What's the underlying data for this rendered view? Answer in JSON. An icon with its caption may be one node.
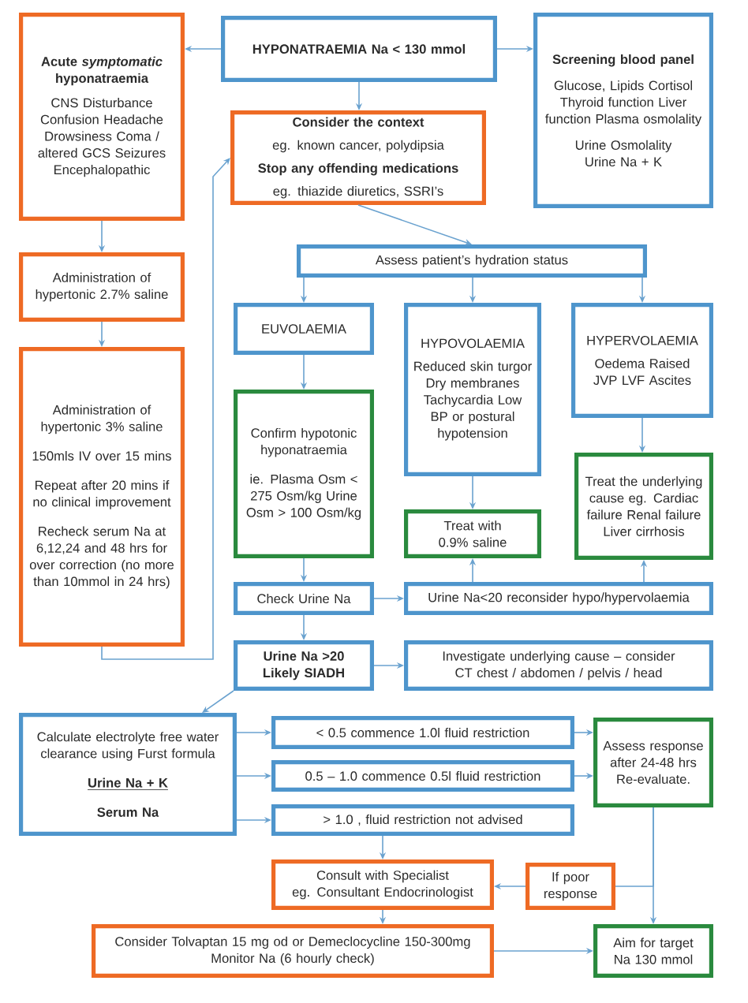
{
  "diagram": {
    "nodes": [
      {
        "text": [
          "Acute *symptomatic* hyponatraemia",
          "CNS Disturbance Confusion Headache Drowsiness Coma / altered GCS Seizures Encephalopathic"
        ]
      },
      {
        "text": [
          "HYPONATRAEMIA Na < 130 mmol"
        ]
      },
      {
        "text": [
          "Screening blood panel",
          "Glucose, Lipids Cortisol Thyroid function Liver function Plasma osmolality",
          "Urine Osmolality Urine Na + K"
        ]
      },
      {
        "text": [
          "Consider the context",
          "eg. known cancer, polydipsia",
          "Stop any offending medications",
          "eg. thiazide diuretics, SSRI’s"
        ]
      },
      {
        "text": [
          "Administration of hypertonic 2.7% saline"
        ]
      },
      {
        "text": [
          "Administration of hypertonic 3% saline",
          "150mls IV over 15 mins",
          "Repeat after 20 mins if no clinical improvement",
          "Recheck serum Na at 6,12,24 and 48 hrs for over correction (no more than 10mmol in 24 hrs)"
        ]
      },
      {
        "text": [
          "Assess patient’s hydration status"
        ]
      },
      {
        "text": [
          "EUVOLAEMIA"
        ]
      },
      {
        "text": [
          "HYPOVOLAEMIA",
          "Reduced skin turgor Dry membranes Tachycardia Low BP or postural hypotension"
        ]
      },
      {
        "text": [
          "HYPERVOLAEMIA",
          "Oedema Raised JVP LVF Ascites"
        ]
      },
      {
        "text": [
          "Confirm hypotonic hyponatraemia",
          "ie. Plasma Osm < 275 Osm/kg Urine Osm > 100 Osm/kg"
        ]
      },
      {
        "text": [
          "Treat with 0.9% saline"
        ]
      },
      {
        "text": [
          "Treat the underlying cause eg. Cardiac failure Renal failure Liver cirrhosis"
        ]
      },
      {
        "text": [
          "Check Urine Na"
        ]
      },
      {
        "text": [
          "Urine Na<20 reconsider hypo/hypervolaemia"
        ]
      },
      {
        "text": [
          "Urine Na >20 Likely SIADH"
        ]
      },
      {
        "text": [
          "Investigate underlying cause – consider CT chest / abdomen / pelvis / head"
        ]
      },
      {
        "text": [
          "Calculate electrolyte free water clearance using Furst formula",
          "Urine Na + K",
          "Serum Na"
        ]
      },
      {
        "text": [
          "< 0.5 commence 1.0l fluid restriction"
        ]
      },
      {
        "text": [
          "0.5 – 1.0 commence 0.5l fluid restriction"
        ]
      },
      {
        "text": [
          "> 1.0 , fluid restriction not advised"
        ]
      },
      {
        "text": [
          "Assess response after 24-48 hrs Re-evaluate."
        ]
      },
      {
        "text": [
          "Consult with Specialist",
          "eg. Consultant Endocrinologist"
        ]
      },
      {
        "text": [
          "If poor response"
        ]
      },
      {
        "text": [
          "Consider Tolvaptan 15 mg od or Demeclocycline 150-300mg",
          "Monitor Na (6 hourly check)"
        ]
      },
      {
        "text": [
          "Aim for target Na 130 mmol"
        ]
      }
    ],
    "edges": [
      {
        "from": 1,
        "to": 0,
        "arrow": "to"
      },
      {
        "from": 1,
        "to": 2,
        "arrow": "to"
      },
      {
        "from": 1,
        "to": 3,
        "arrow": "to"
      },
      {
        "from": 0,
        "to": 4,
        "arrow": "to"
      },
      {
        "from": 4,
        "to": 5,
        "arrow": "to"
      },
      {
        "from": 5,
        "to": 3,
        "arrow": "to"
      },
      {
        "from": 3,
        "to": 6,
        "arrow": "to"
      },
      {
        "from": 6,
        "to": 7,
        "arrow": "to"
      },
      {
        "from": 6,
        "to": 8,
        "arrow": "to"
      },
      {
        "from": 6,
        "to": 9,
        "arrow": "to"
      },
      {
        "from": 7,
        "to": 10,
        "arrow": "to"
      },
      {
        "from": 8,
        "to": 11,
        "arrow": "to"
      },
      {
        "from": 9,
        "to": 12,
        "arrow": "to"
      },
      {
        "from": 10,
        "to": 13,
        "arrow": "to"
      },
      {
        "from": 13,
        "to": 14,
        "arrow": "to"
      },
      {
        "from": 14,
        "to": 11,
        "arrow": "to"
      },
      {
        "from": 14,
        "to": 12,
        "arrow": "to"
      },
      {
        "from": 13,
        "to": 15,
        "arrow": "to"
      },
      {
        "from": 15,
        "to": 16,
        "arrow": "to"
      },
      {
        "from": 15,
        "to": 17,
        "arrow": "to"
      },
      {
        "from": 17,
        "to": 18,
        "arrow": "to"
      },
      {
        "from": 17,
        "to": 19,
        "arrow": "to"
      },
      {
        "from": 17,
        "to": 20,
        "arrow": "to"
      },
      {
        "from": 18,
        "to": 21,
        "arrow": "to"
      },
      {
        "from": 19,
        "to": 21,
        "arrow": "to"
      },
      {
        "from": 20,
        "to": 22,
        "arrow": "to"
      },
      {
        "from": 21,
        "to": 25,
        "arrow": "to"
      },
      {
        "from": 21,
        "to": 23,
        "arrow": "none"
      },
      {
        "from": 23,
        "to": 22,
        "arrow": "to"
      },
      {
        "from": 22,
        "to": 24,
        "arrow": "to"
      },
      {
        "from": 24,
        "to": 25,
        "arrow": "to"
      }
    ]
  }
}
